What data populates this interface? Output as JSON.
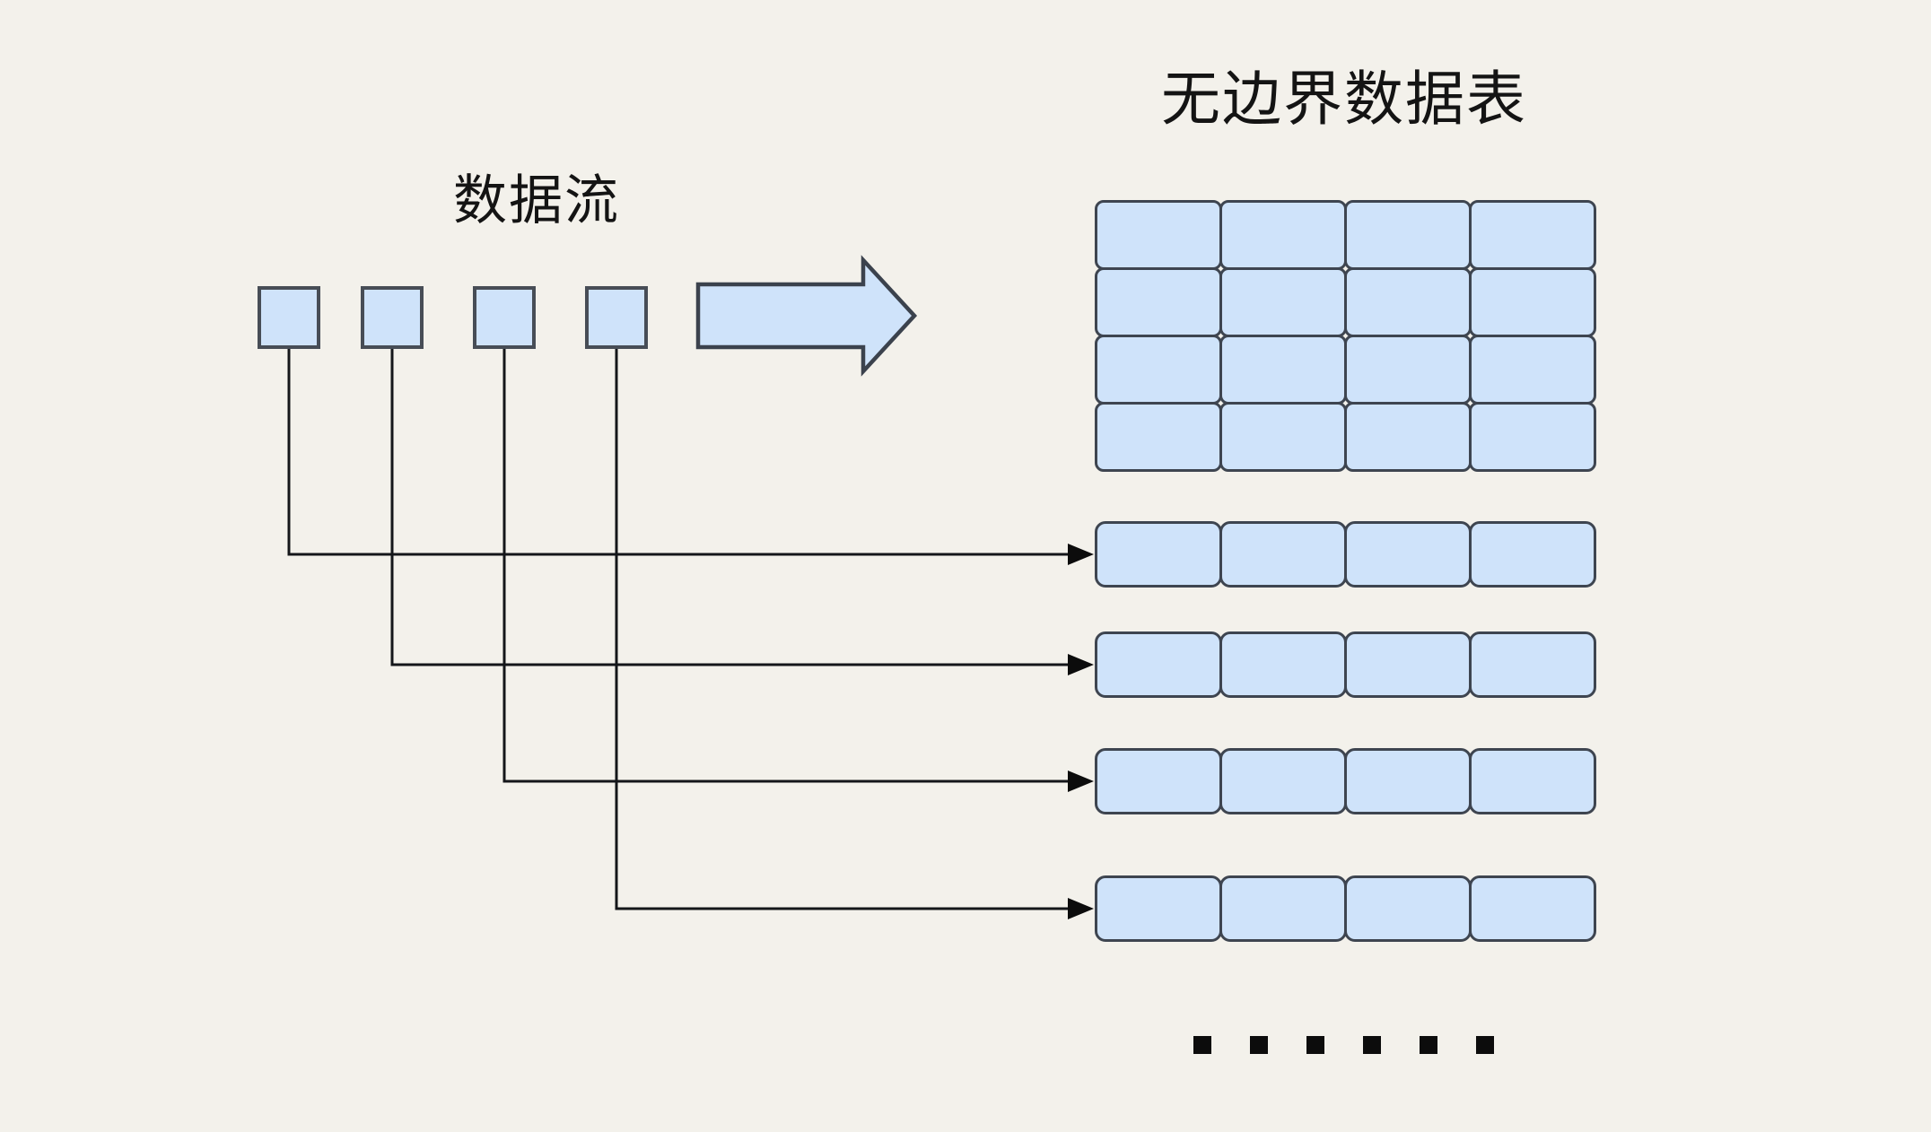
{
  "title": "无边界数据表",
  "stream_label": "数据流",
  "stream": {
    "event_count": 4
  },
  "table": {
    "grid_rows": 4,
    "grid_columns": 4,
    "appended_row_count": 4,
    "row_cell_count": 4
  },
  "ellipsis_dot_count": 6,
  "colors": {
    "background": "#f3f1eb",
    "cell_fill": "#cfe3fa",
    "cell_border": "#3e4550",
    "connector_line": "#14161a",
    "text": "#141414"
  }
}
